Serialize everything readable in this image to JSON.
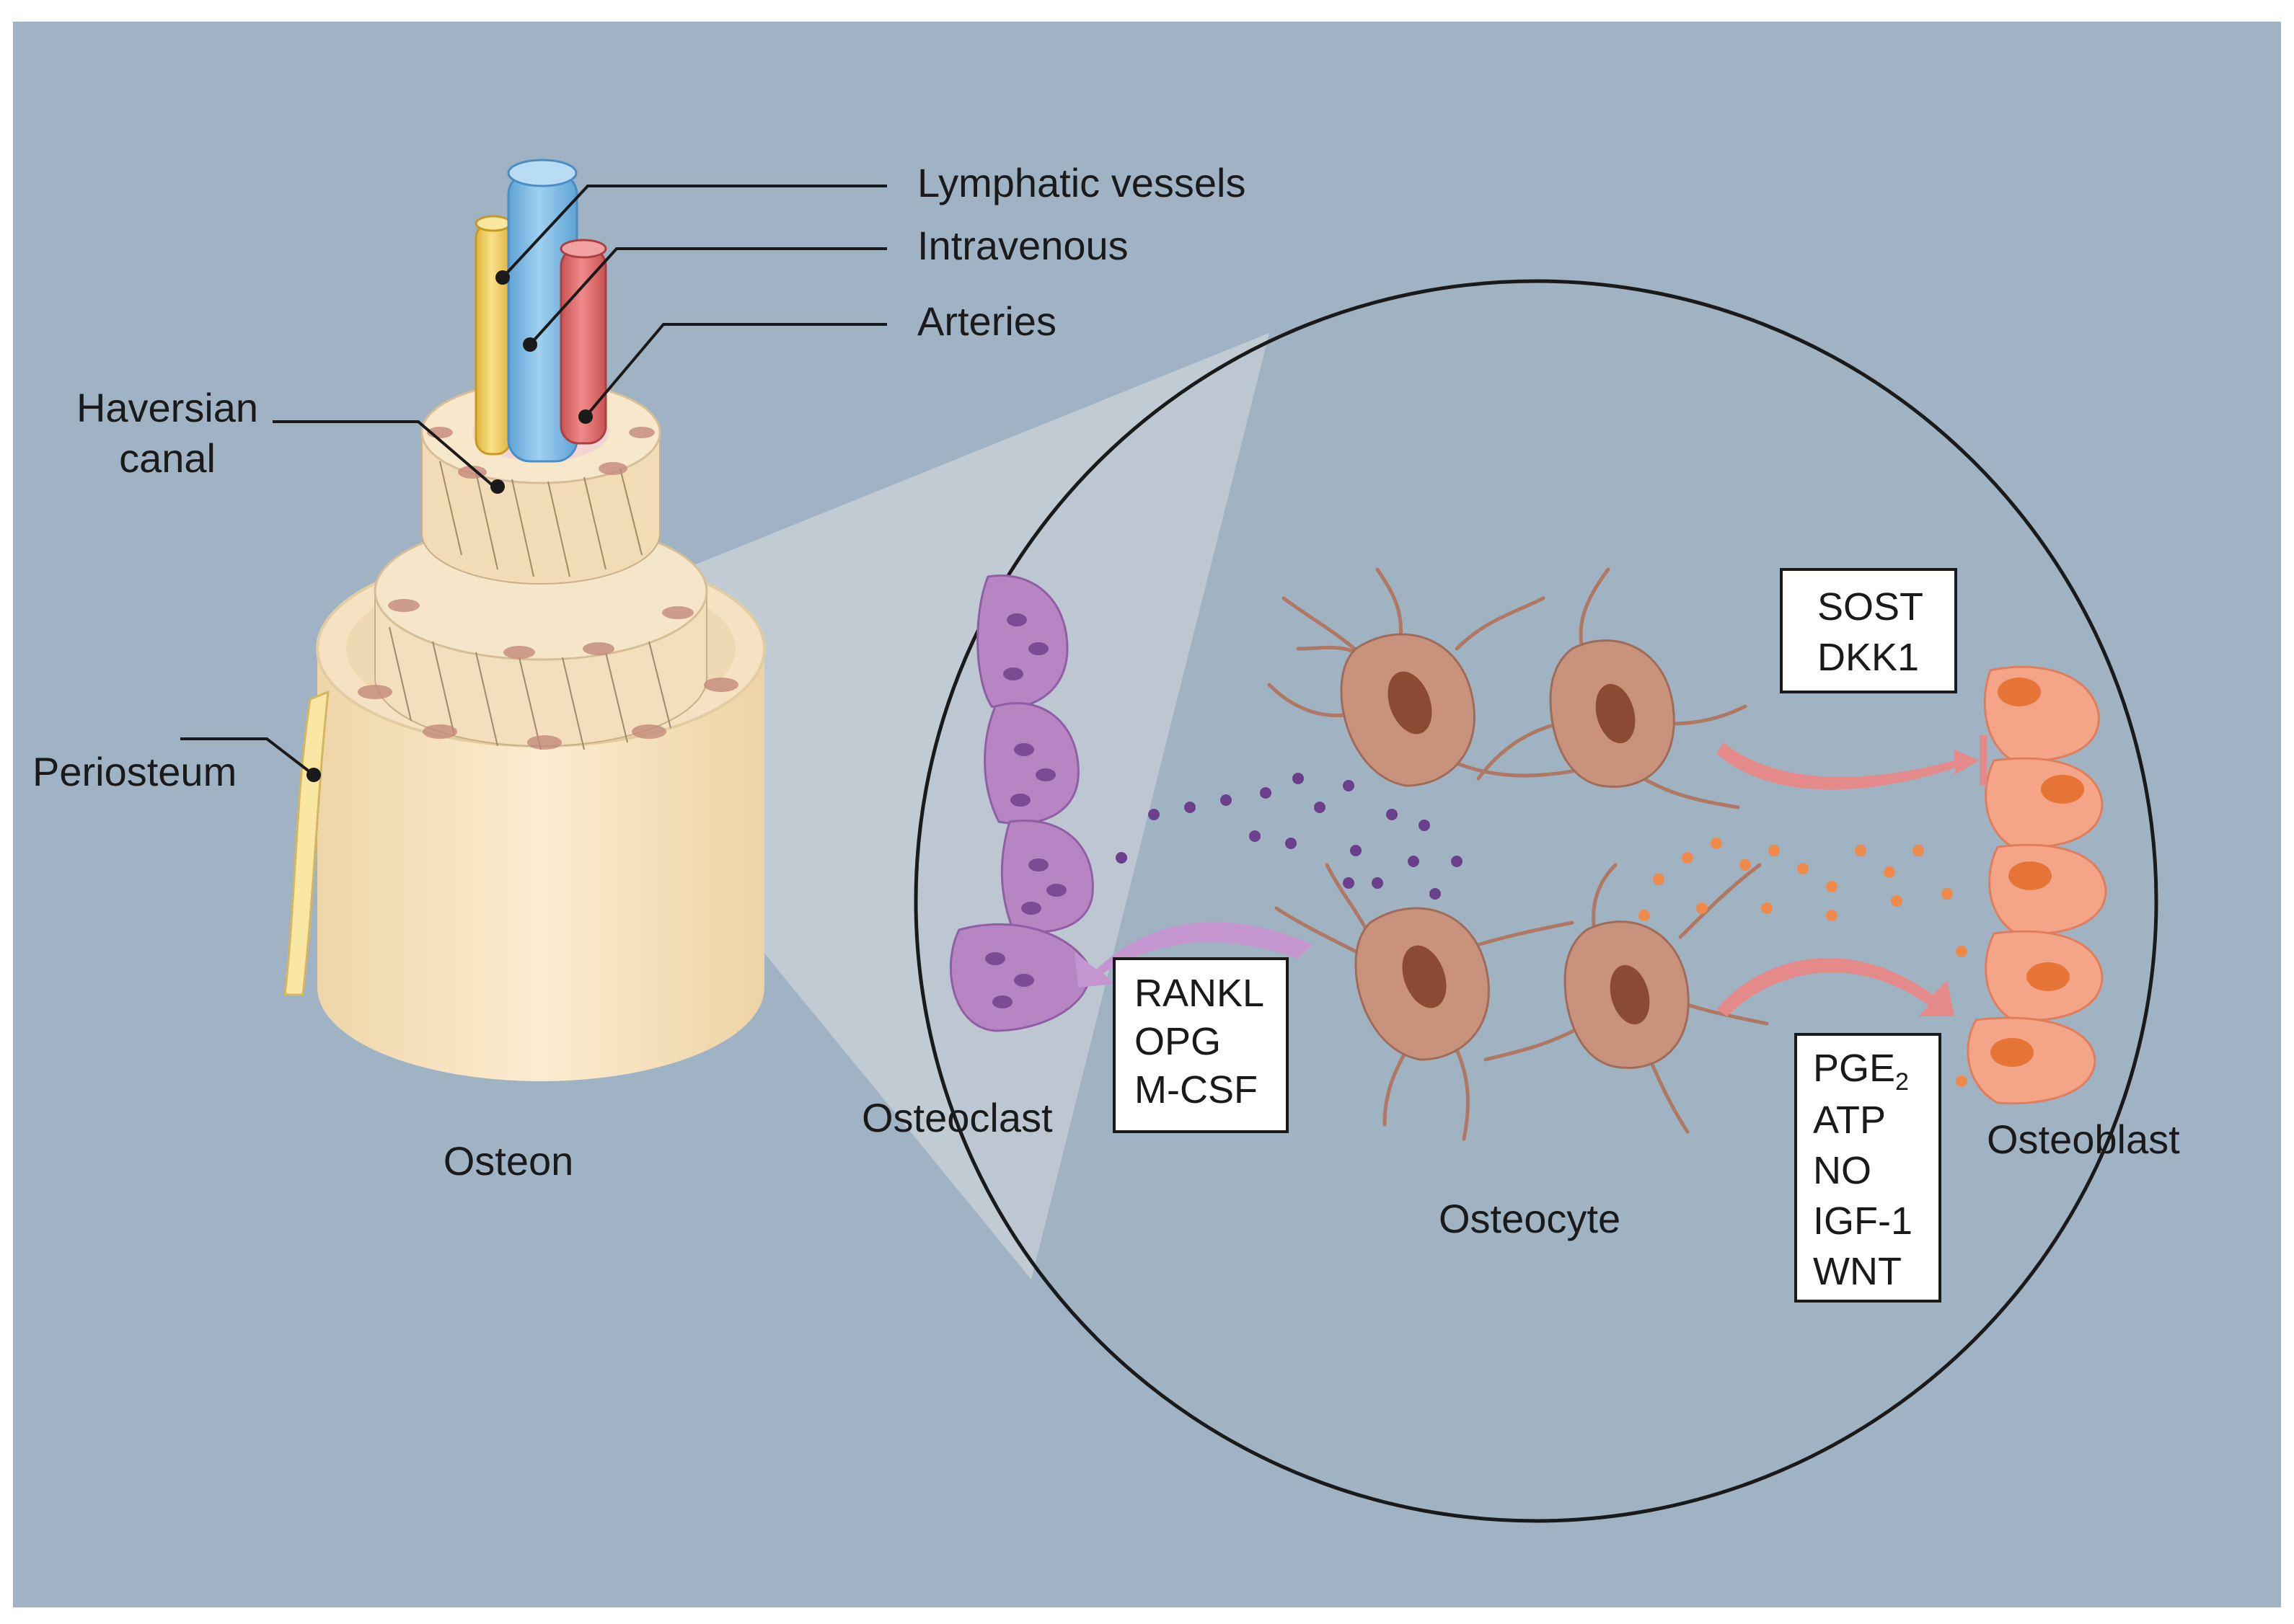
{
  "colors": {
    "background": "#a0b3c4",
    "lymphatic": "#7fbbe3",
    "vein": "#f1cd54",
    "artery": "#df6b6b",
    "osteoclast": "#b685c2",
    "osteoblast": "#f4a487",
    "osteocyte": "#c9927c",
    "bone_tan": "#f3e0bc",
    "signal_purple": "#6b3f8c",
    "signal_orange": "#f08a4b"
  },
  "osteon": {
    "title": "Osteon",
    "labels": {
      "lymphatic": "Lymphatic vessels",
      "intravenous": "Intravenous",
      "arteries": "Arteries",
      "haversian_line1": "Haversian",
      "haversian_line2": "canal",
      "periosteum": "Periosteum"
    }
  },
  "zoom": {
    "osteoclast_label": "Osteoclast",
    "osteocyte_label": "Osteocyte",
    "osteoblast_label": "Osteoblast",
    "box_osteoclast": [
      "RANKL",
      "OPG",
      "M-CSF"
    ],
    "box_inhibit": [
      "SOST",
      "DKK1"
    ],
    "box_activate": {
      "pge_main": "PGE",
      "pge_sub": "2",
      "items": [
        "ATP",
        "NO",
        "IGF-1",
        "WNT"
      ]
    }
  }
}
